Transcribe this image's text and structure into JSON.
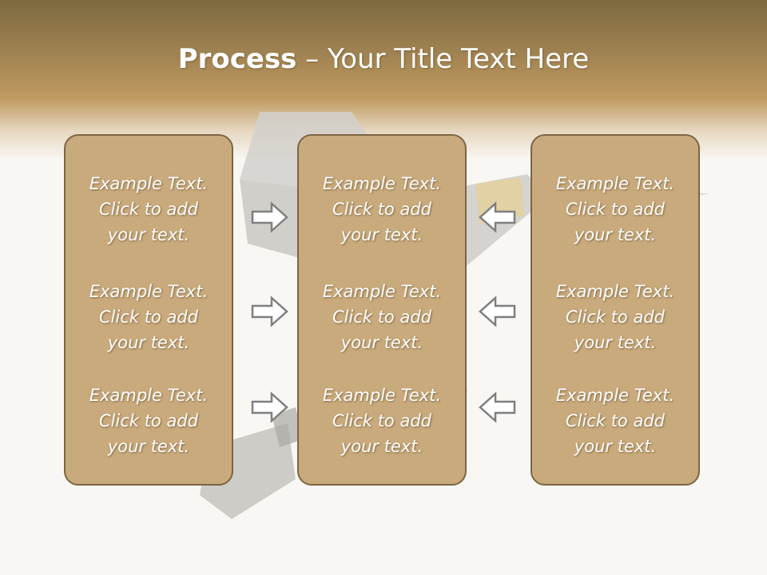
{
  "slide": {
    "title_bold": "Process",
    "title_rest": " – Your Title Text Here"
  },
  "panels": [
    {
      "blocks": [
        "Example Text.\nClick  to add\nyour text.",
        "Example Text.\nClick  to add\nyour text.",
        "Example Text.\nClick  to add\nyour text."
      ]
    },
    {
      "blocks": [
        "Example Text.\nClick  to add\nyour text.",
        "Example Text.\nClick  to add\nyour text.",
        "Example Text.\nClick  to add\nyour text."
      ]
    },
    {
      "blocks": [
        "Example Text.\nClick  to add\nyour text.",
        "Example Text.\nClick  to add\nyour text.",
        "Example Text.\nClick  to add\nyour text."
      ]
    }
  ],
  "arrows": {
    "left_column": "right-arrow-icon",
    "right_column": "left-arrow-icon"
  },
  "colors": {
    "header_dark": "#7d6940",
    "header_gold": "#c09a60",
    "panel_fill": "#c9aa7c",
    "panel_border": "#7c6543",
    "background": "#f9f7f3"
  }
}
